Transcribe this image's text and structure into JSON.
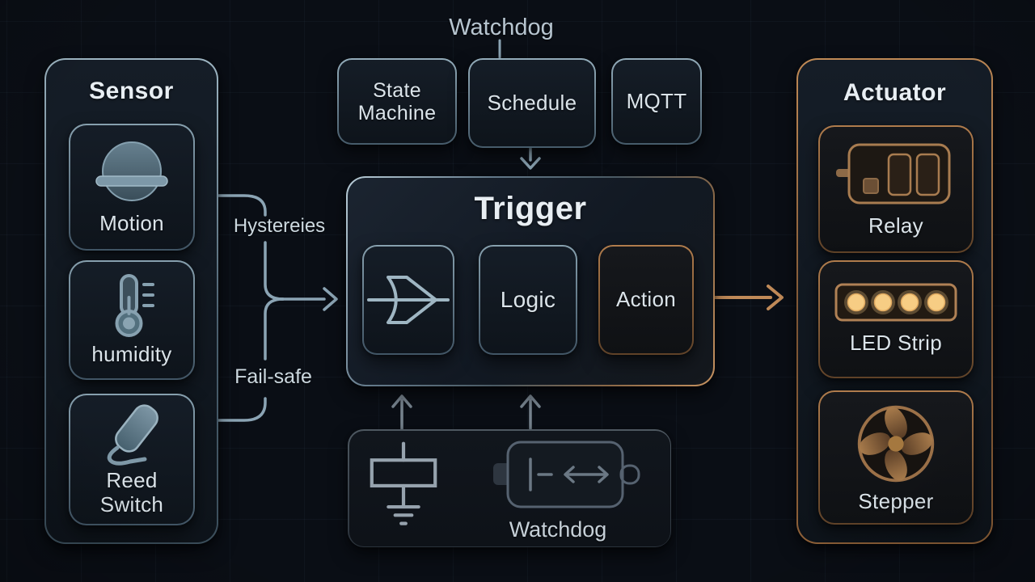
{
  "top": {
    "watchdog_label": "Watchdog",
    "state_machine_label": "State Machine",
    "schedule_label": "Schedule",
    "mqtt_label": "MQTT"
  },
  "sensor": {
    "title": "Sensor",
    "motion_label": "Motion",
    "humidity_label": "humidity",
    "reed_switch_label": "Reed Switch"
  },
  "connectors": {
    "hysteresis_label": "Hystereies",
    "failsafe_label": "Fail-safe"
  },
  "trigger": {
    "title": "Trigger",
    "logic_label": "Logic",
    "action_label": "Action"
  },
  "actuator": {
    "title": "Actuator",
    "relay_label": "Relay",
    "led_strip_label": "LED Strip",
    "stepper_label": "Stepper"
  },
  "watchdog_box": {
    "label": "Watchdog"
  },
  "colors": {
    "background": "#0a0e15",
    "steel_line": "#8ba4b4",
    "copper_line": "#c08a58",
    "text_primary": "#dbe4ea",
    "led_amber": "#f7cd84"
  }
}
